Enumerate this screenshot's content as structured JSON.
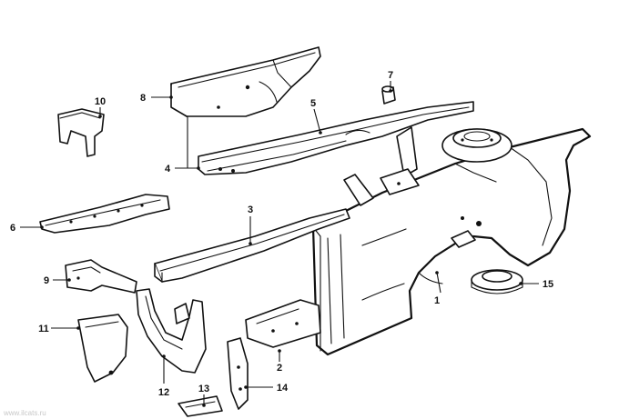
{
  "diagram": {
    "callouts": [
      {
        "id": "1",
        "label": "1"
      },
      {
        "id": "2",
        "label": "2"
      },
      {
        "id": "3",
        "label": "3"
      },
      {
        "id": "4",
        "label": "4"
      },
      {
        "id": "5",
        "label": "5"
      },
      {
        "id": "6",
        "label": "6"
      },
      {
        "id": "7",
        "label": "7"
      },
      {
        "id": "8",
        "label": "8"
      },
      {
        "id": "9",
        "label": "9"
      },
      {
        "id": "10",
        "label": "10"
      },
      {
        "id": "11",
        "label": "11"
      },
      {
        "id": "12",
        "label": "12"
      },
      {
        "id": "13",
        "label": "13"
      },
      {
        "id": "14",
        "label": "14"
      },
      {
        "id": "15",
        "label": "15"
      }
    ],
    "watermark": "www.ilcats.ru"
  },
  "colors": {
    "line": "#111111",
    "background": "#ffffff",
    "watermark": "#c8c8c8"
  }
}
